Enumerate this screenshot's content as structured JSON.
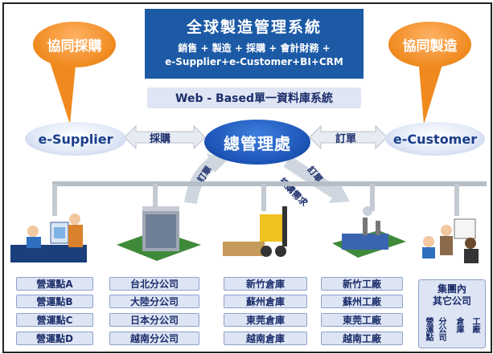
{
  "title": {
    "main": "全球製造管理系統",
    "line1": "銷售 + 製造 + 採購 + 會計財務 +",
    "line2": "e-Supplier+e-Customer+BI+CRM"
  },
  "bubbles": {
    "left": "協同採購",
    "right": "協同製造"
  },
  "web_based": "Web - Based單一資料庫系統",
  "nodes": {
    "supplier": "e-Supplier",
    "center": "總管理處",
    "customer": "e-Customer"
  },
  "arrows": {
    "purchase": "採購",
    "order": "訂單",
    "order_left": "訂單",
    "order_right": "訂單",
    "material_req": "採購需求"
  },
  "columns": {
    "sales": [
      "營運點A",
      "營運點B",
      "營運點C",
      "營運點D"
    ],
    "branches": [
      "台北分公司",
      "大陸分公司",
      "日本分公司",
      "越南分公司"
    ],
    "warehouses": [
      "新竹倉庫",
      "蘇州倉庫",
      "東莞倉庫",
      "越南倉庫"
    ],
    "factories": [
      "新竹工廠",
      "蘇州工廠",
      "東莞工廠",
      "越南工廠"
    ]
  },
  "group": {
    "title_line1": "集團內",
    "title_line2": "其它公司",
    "sub_columns": [
      "營運點",
      "分公司",
      "倉庫",
      "工廠"
    ]
  },
  "colors": {
    "title_bg": "#1c5aa6",
    "bubble": "#f08a1f",
    "center": "#1d56b8",
    "cell_bg": "#dde4f3"
  }
}
